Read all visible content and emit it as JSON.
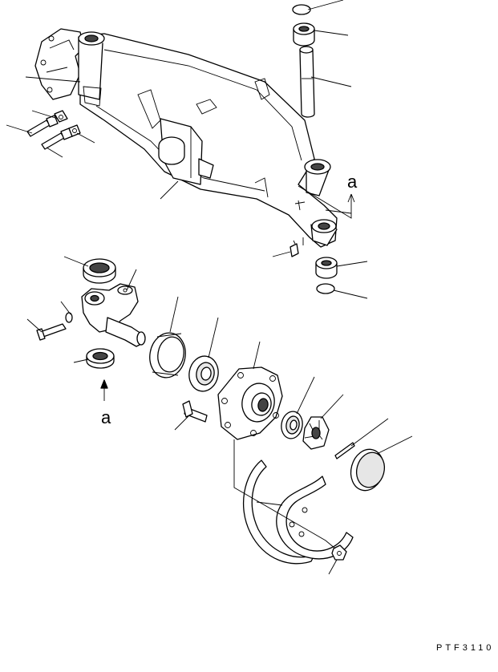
{
  "diagram": {
    "reference_label_upper": "a",
    "reference_label_lower": "a",
    "drawing_code": "PTF3110"
  }
}
